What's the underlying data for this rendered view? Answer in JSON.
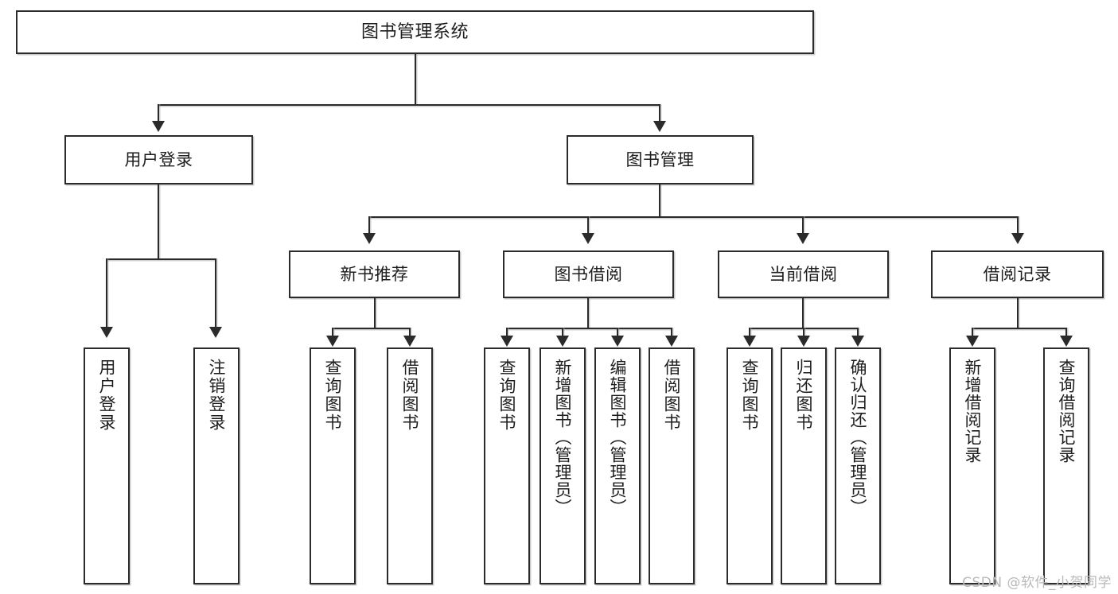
{
  "diagram": {
    "kind": "functional-structure-tree",
    "root": {
      "id": "root",
      "label": "图书管理系统"
    },
    "level2": [
      {
        "id": "user-login",
        "label": "用户登录"
      },
      {
        "id": "book-manage",
        "label": "图书管理"
      }
    ],
    "level3": [
      {
        "id": "new-book-recommend",
        "label": "新书推荐"
      },
      {
        "id": "book-borrow",
        "label": "图书借阅"
      },
      {
        "id": "current-borrow",
        "label": "当前借阅"
      },
      {
        "id": "borrow-record",
        "label": "借阅记录"
      }
    ],
    "leaves": {
      "user_login": [
        {
          "id": "leaf-user-login",
          "label": "用户登录"
        },
        {
          "id": "leaf-logout-login",
          "label": "注销登录"
        }
      ],
      "new_book_recommend": [
        {
          "id": "leaf-query-book-1",
          "label": "查询图书"
        },
        {
          "id": "leaf-borrow-book-1",
          "label": "借阅图书"
        }
      ],
      "book_borrow": [
        {
          "id": "leaf-query-book-2",
          "label": "查询图书"
        },
        {
          "id": "leaf-add-book-admin",
          "label": "新增图书（管理员）"
        },
        {
          "id": "leaf-edit-book-admin",
          "label": "编辑图书（管理员）"
        },
        {
          "id": "leaf-borrow-book-2",
          "label": "借阅图书"
        }
      ],
      "current_borrow": [
        {
          "id": "leaf-query-book-3",
          "label": "查询图书"
        },
        {
          "id": "leaf-return-book",
          "label": "归还图书"
        },
        {
          "id": "leaf-confirm-return-admin",
          "label": "确认归还（管理员）"
        }
      ],
      "borrow_record": [
        {
          "id": "leaf-add-borrow-record",
          "label": "新增借阅记录"
        },
        {
          "id": "leaf-query-borrow-record",
          "label": "查询借阅记录"
        }
      ]
    }
  },
  "watermark": {
    "text": "CSDN @软件_小贺同学"
  },
  "colors": {
    "background": "#ffffff",
    "box_fill": "#ffffff",
    "box_border": "#2b2b2b",
    "line": "#2b2b2b",
    "text": "#1d1d1d",
    "watermark": "#b9b9b9",
    "shadow": "#a0a0a0"
  }
}
